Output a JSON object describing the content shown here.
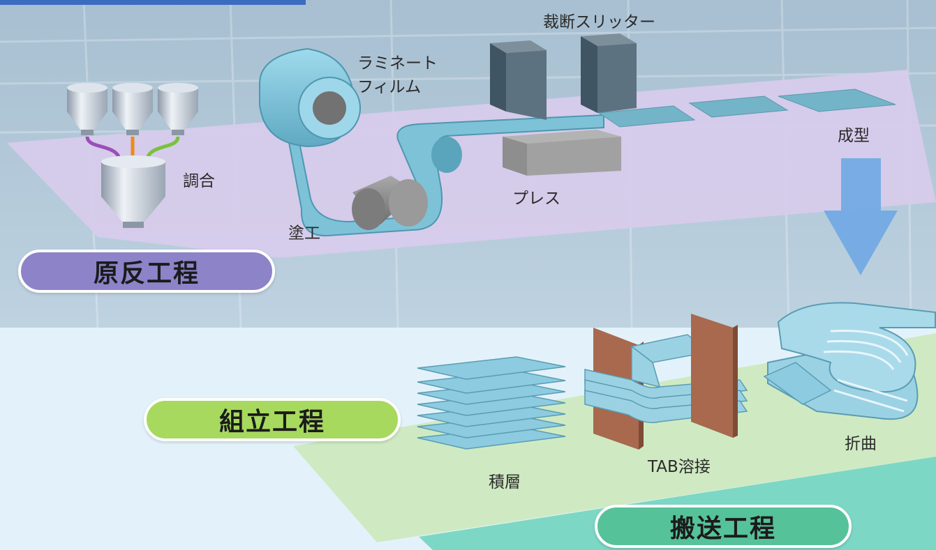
{
  "stages": {
    "raw": "原反工程",
    "assembly": "組立工程",
    "transport": "搬送工程"
  },
  "labels": {
    "mixing": "調合",
    "coating": "塗工",
    "laminate_film": "ラミネート\nフィルム",
    "press": "プレス",
    "slitter": "裁断スリッター",
    "forming": "成型",
    "stacking": "積層",
    "tab_welding": "TAB溶接",
    "folding": "折曲"
  },
  "colors": {
    "raw_stage": "#8d83c9",
    "assembly_stage": "#a6d95e",
    "transport_stage": "#55c29a",
    "film": "#7fc3d7",
    "tab_electrode": "#a8694e",
    "arrow": "#6fa9e3"
  }
}
